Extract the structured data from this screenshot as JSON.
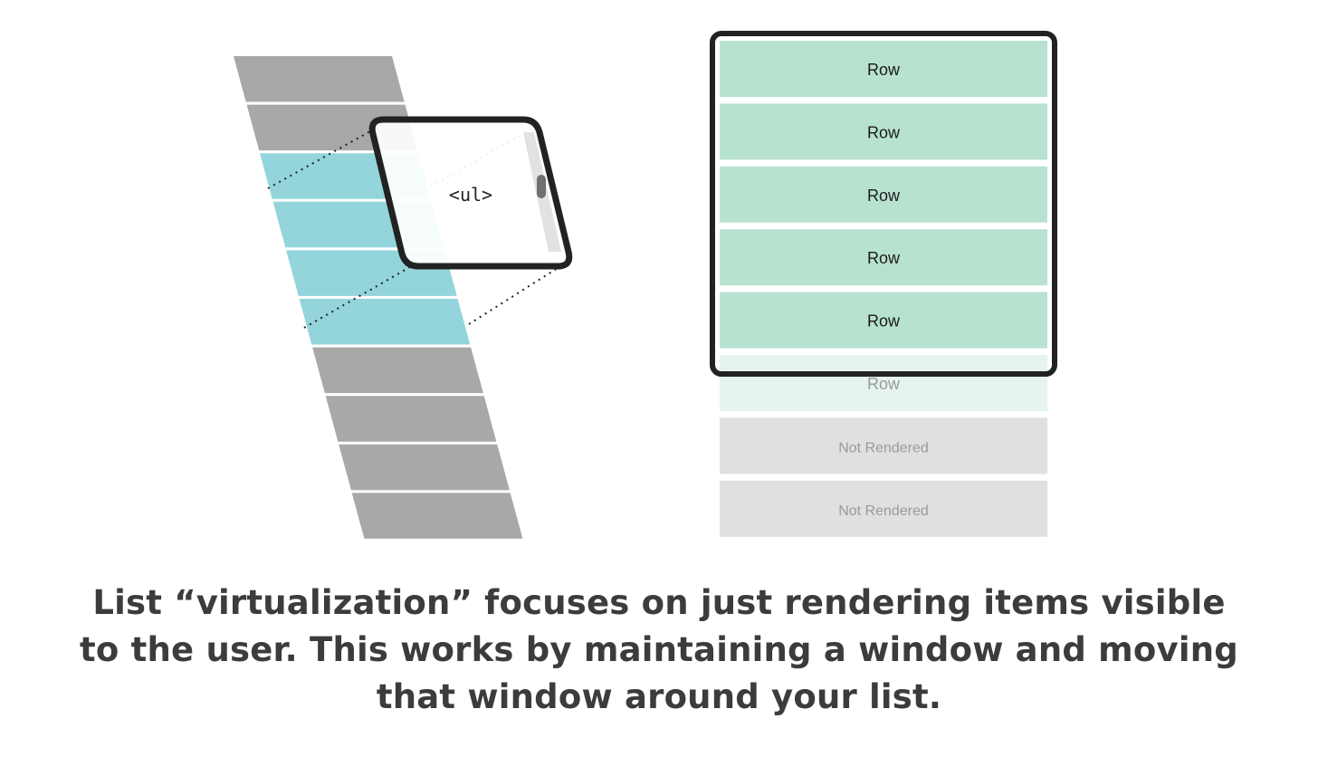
{
  "diagram": {
    "code_label": "<ul>",
    "rows": [
      {
        "label": "Row",
        "state": "rendered"
      },
      {
        "label": "Row",
        "state": "rendered"
      },
      {
        "label": "Row",
        "state": "rendered"
      },
      {
        "label": "Row",
        "state": "rendered"
      },
      {
        "label": "Row",
        "state": "rendered"
      },
      {
        "label": "Row",
        "state": "buffer"
      },
      {
        "label": "Not Rendered",
        "state": "not-rendered"
      },
      {
        "label": "Not Rendered",
        "state": "not-rendered"
      }
    ],
    "colors": {
      "list_gray": "#a8a8a8",
      "list_visible": "#93d5db",
      "row_rendered": "#b8e2d0",
      "row_buffer": "#e6f4ee",
      "row_not_rendered": "#e0e0e0",
      "frame": "#222222",
      "caption": "#3c3c3c"
    }
  },
  "caption": "List “virtualization” focuses on just rendering items visible to the user. This works by maintaining a window and moving that window around your list."
}
